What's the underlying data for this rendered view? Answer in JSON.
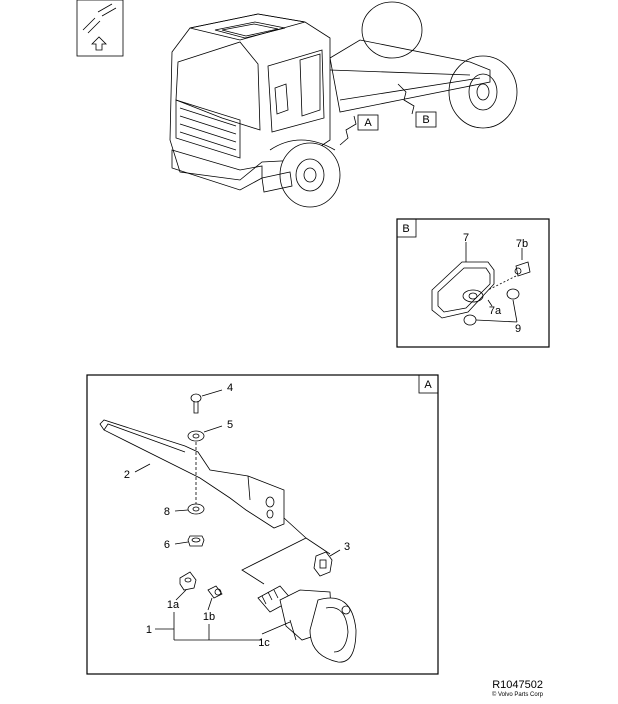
{
  "labels": {
    "view_a": "A",
    "view_b": "B",
    "panel_b_tag": "B",
    "panel_a_tag": "A",
    "p7": "7",
    "p7b": "7b",
    "p7a": "7a",
    "p9": "9",
    "p4": "4",
    "p5": "5",
    "p2": "2",
    "p8": "8",
    "p6": "6",
    "p3": "3",
    "p1a": "1a",
    "p1b": "1b",
    "p1": "1",
    "p1c": "1c"
  },
  "reference": "R1047502",
  "copyright": "© Volvo Parts Corp"
}
